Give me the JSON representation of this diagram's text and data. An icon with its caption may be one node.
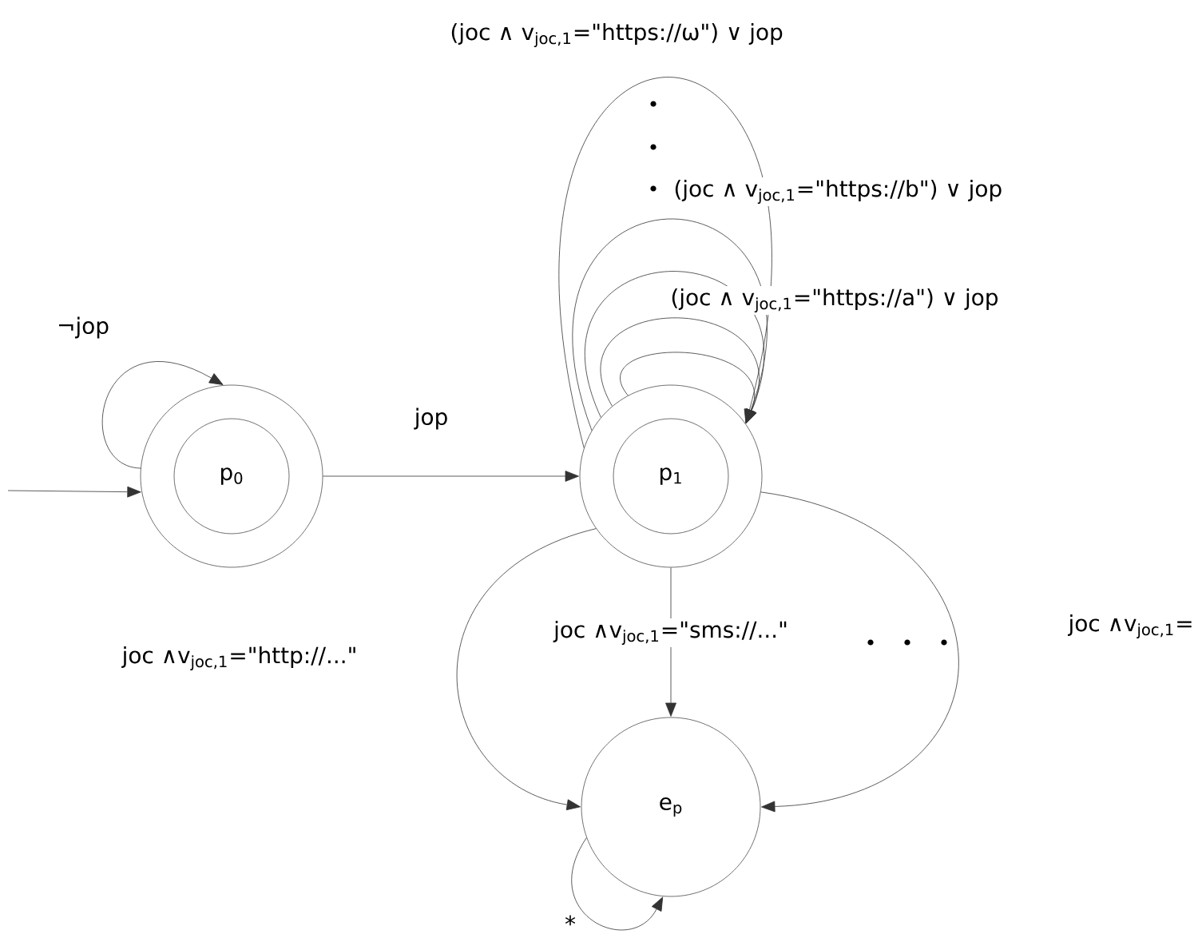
{
  "diagram": {
    "nodes": [
      {
        "text": [
          "p$_{0}$"
        ]
      },
      {
        "text": [
          "p$_{1}$"
        ]
      },
      {
        "text": [
          "e$_{p}$"
        ]
      }
    ],
    "edges": [
      {
        "from": null,
        "to": 0,
        "arrow": "to"
      },
      {
        "from": 0,
        "to": 0,
        "arrow": "to",
        "label": "¬jop"
      },
      {
        "from": 0,
        "to": 1,
        "arrow": "to",
        "label": "jop"
      },
      {
        "from": 1,
        "to": 1,
        "arrow": "to",
        "label": "(joc ∧ v$_{joc,1}$=\"https://ω\") ∨ jop"
      },
      {
        "from": 1,
        "to": 1,
        "arrow": "to",
        "label": "(joc ∧ v$_{joc,1}$=\"https://b\") ∨ jop"
      },
      {
        "from": 1,
        "to": 1,
        "arrow": "to",
        "label": "(joc ∧ v$_{joc,1}$=\"https://a\") ∨ jop"
      },
      {
        "from": 1,
        "to": 1,
        "arrow": "to"
      },
      {
        "from": 1,
        "to": 1,
        "arrow": "to"
      },
      {
        "from": 1,
        "to": 2,
        "arrow": "to",
        "label": "joc ∧v$_{joc,1}$=\"sms://...\""
      },
      {
        "from": 1,
        "to": 2,
        "arrow": "to",
        "label": "joc ∧v$_{joc,1}$=\"http://...\""
      },
      {
        "from": 1,
        "to": 2,
        "arrow": "to",
        "label": "joc ∧v$_{joc,1}$="
      },
      {
        "from": 2,
        "to": 2,
        "arrow": "to",
        "label": "*"
      }
    ]
  }
}
